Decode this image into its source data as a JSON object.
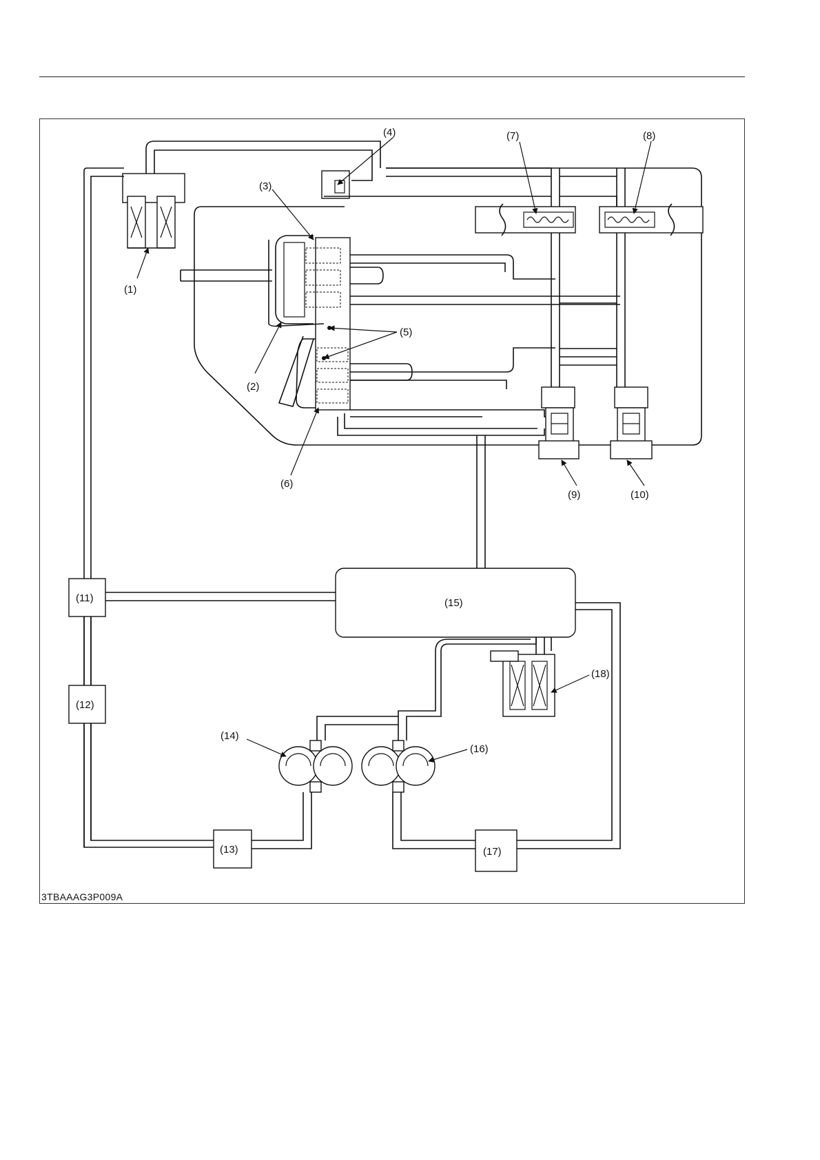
{
  "figure": {
    "code": "3TBAAAG3P009A",
    "callouts": [
      {
        "id": "c1",
        "text": "(1)"
      },
      {
        "id": "c2",
        "text": "(2)"
      },
      {
        "id": "c3",
        "text": "(3)"
      },
      {
        "id": "c4",
        "text": "(4)"
      },
      {
        "id": "c5",
        "text": "(5)"
      },
      {
        "id": "c6",
        "text": "(6)"
      },
      {
        "id": "c7",
        "text": "(7)"
      },
      {
        "id": "c8",
        "text": "(8)"
      },
      {
        "id": "c9",
        "text": "(9)"
      },
      {
        "id": "c10",
        "text": "(10)"
      },
      {
        "id": "c11",
        "text": "(11)"
      },
      {
        "id": "c12",
        "text": "(12)"
      },
      {
        "id": "c13",
        "text": "(13)"
      },
      {
        "id": "c14",
        "text": "(14)"
      },
      {
        "id": "c15",
        "text": "(15)"
      },
      {
        "id": "c16",
        "text": "(16)"
      },
      {
        "id": "c17",
        "text": "(17)"
      },
      {
        "id": "c18",
        "text": "(18)"
      }
    ]
  }
}
